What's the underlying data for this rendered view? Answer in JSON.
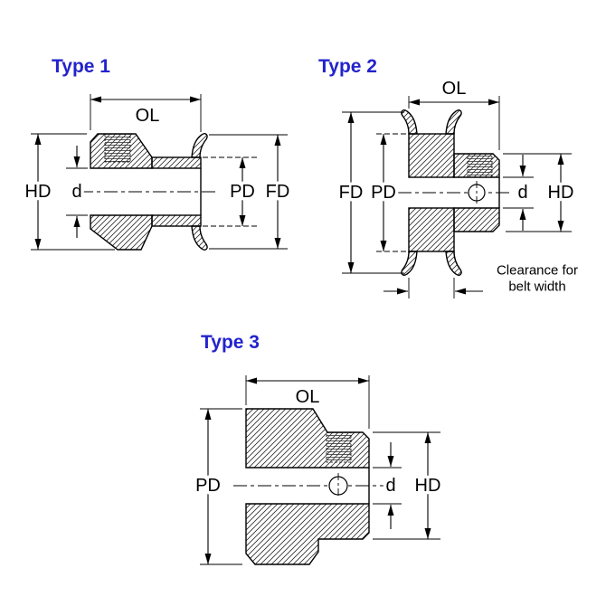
{
  "colors": {
    "title": "#2323cc",
    "line": "#000000"
  },
  "figures": {
    "type1": {
      "title": "Type 1",
      "dims": {
        "ol": "OL",
        "hd": "HD",
        "d": "d",
        "pd": "PD",
        "fd": "FD"
      }
    },
    "type2": {
      "title": "Type 2",
      "dims": {
        "ol": "OL",
        "fd": "FD",
        "pd": "PD",
        "d": "d",
        "hd": "HD"
      },
      "note": {
        "line1": "Clearance for",
        "line2": "belt width"
      }
    },
    "type3": {
      "title": "Type 3",
      "dims": {
        "ol": "OL",
        "pd": "PD",
        "d": "d",
        "hd": "HD"
      }
    }
  }
}
